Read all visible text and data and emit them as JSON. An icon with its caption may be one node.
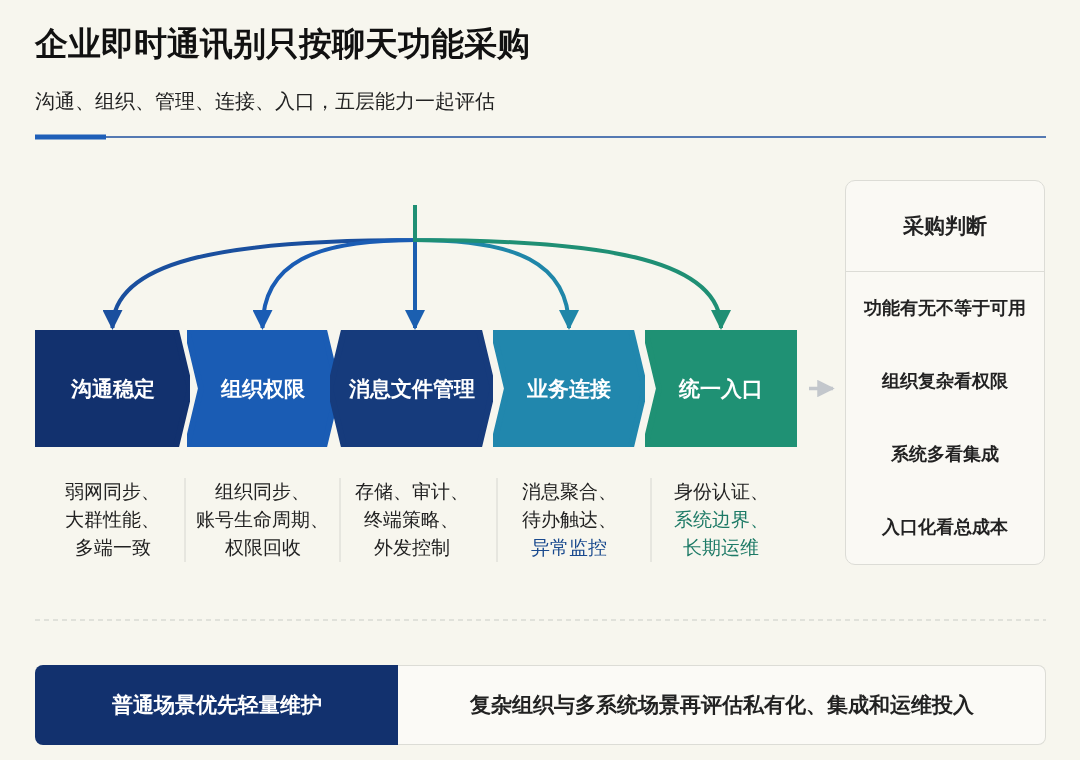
{
  "diagram": {
    "title": "企业即时通讯别只按聊天功能采购",
    "nodes": [
      {
        "text": [
          "沟通稳定"
        ],
        "beside": [
          "弱网同步、",
          "大群性能、",
          "多端一致"
        ]
      },
      {
        "text": [
          "组织权限"
        ],
        "beside": [
          "组织同步、",
          "账号生命周期、",
          "权限回收"
        ]
      },
      {
        "text": [
          "消息文件管理"
        ],
        "beside": [
          "存储、审计、",
          "终端策略、",
          "外发控制"
        ]
      },
      {
        "text": [
          "业务连接"
        ],
        "beside": [
          "消息聚合、",
          "待办触达、",
          "异常监控"
        ]
      },
      {
        "text": [
          "统一入口"
        ],
        "beside": [
          "身份认证、",
          "系统边界、",
          "长期运维"
        ]
      },
      {
        "text": [
          "采购判断"
        ]
      },
      {
        "text": [
          "功能有无不等于可用"
        ],
        "in": 5
      },
      {
        "text": [
          "组织复杂看权限"
        ],
        "in": 5
      },
      {
        "text": [
          "系统多看集成"
        ],
        "in": 5
      },
      {
        "text": [
          "入口化看总成本"
        ],
        "in": 5
      },
      {
        "text": [
          "普通场景优先轻量维护"
        ]
      },
      {
        "text": [
          "复杂组织与多系统场景再评估私有化、集成和运维投入"
        ]
      }
    ],
    "edges": [
      {
        "from": null,
        "to": 0,
        "arrow": "to",
        "color": "#1a4f9e"
      },
      {
        "from": null,
        "to": 1,
        "arrow": "to",
        "color": "#1a5cb4"
      },
      {
        "from": null,
        "to": 2,
        "arrow": "to",
        "color": "#1b5fb0"
      },
      {
        "from": null,
        "to": 3,
        "arrow": "to",
        "color": "#1f86a8"
      },
      {
        "from": null,
        "to": 4,
        "arrow": "to",
        "color": "#1f8f74"
      },
      {
        "from": 4,
        "to": 5,
        "arrow": "to",
        "color": "#c3c7cc"
      }
    ],
    "labels": [
      "沟通、组织、管理、连接、入口，五层能力一起评估"
    ]
  }
}
